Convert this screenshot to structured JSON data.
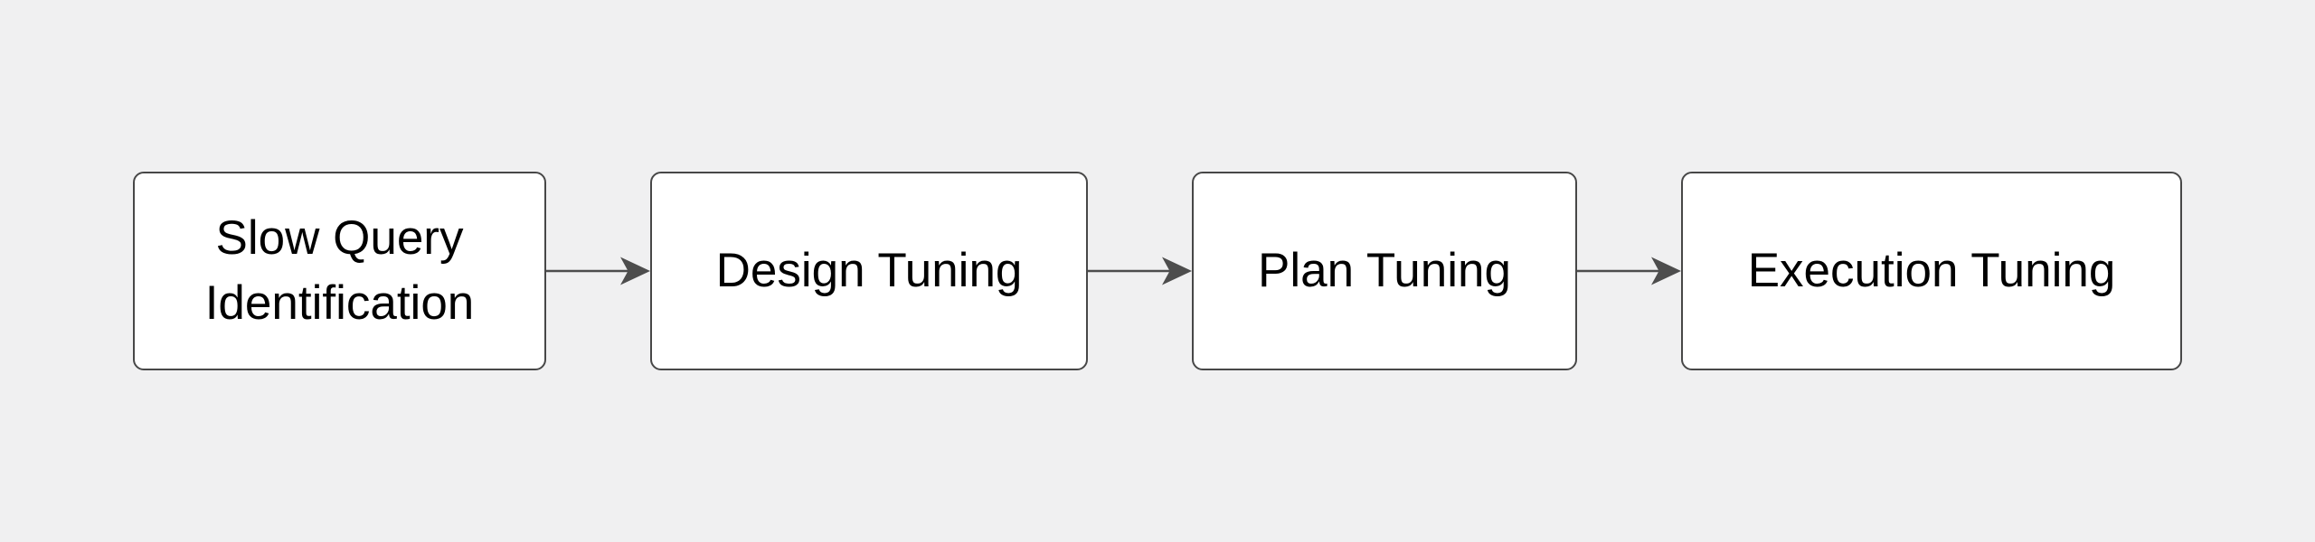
{
  "diagram": {
    "type": "flowchart",
    "direction": "left-to-right",
    "background_color": "#f0f0f1",
    "node_fill": "#ffffff",
    "node_border_color": "#474747",
    "arrow_color": "#4d4d4d",
    "text_color": "#000000",
    "nodes": [
      {
        "id": "slow_query_identification",
        "label": "Slow Query Identification"
      },
      {
        "id": "design_tuning",
        "label": "Design Tuning"
      },
      {
        "id": "plan_tuning",
        "label": "Plan Tuning"
      },
      {
        "id": "execution_tuning",
        "label": "Execution Tuning"
      }
    ],
    "edges": [
      {
        "from": "slow_query_identification",
        "to": "design_tuning"
      },
      {
        "from": "design_tuning",
        "to": "plan_tuning"
      },
      {
        "from": "plan_tuning",
        "to": "execution_tuning"
      }
    ]
  }
}
